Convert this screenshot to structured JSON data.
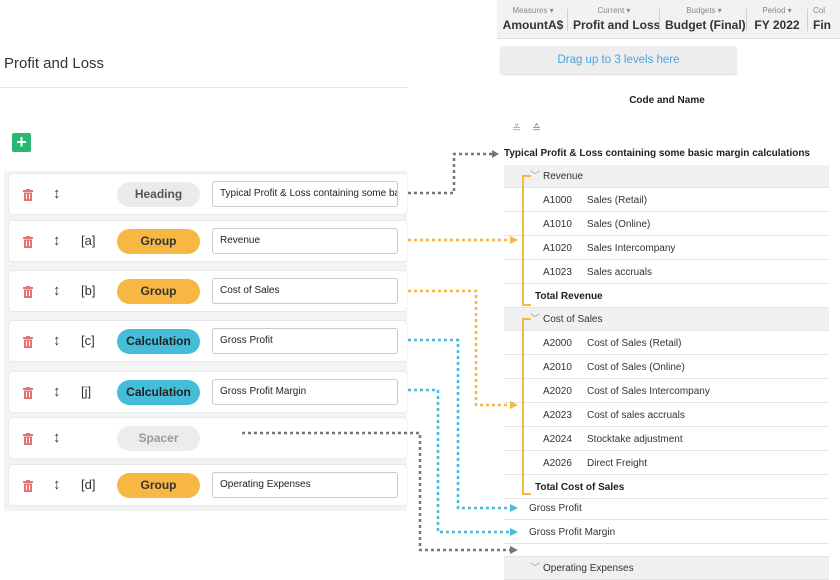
{
  "left": {
    "title": "Profit and Loss",
    "add_label": "+",
    "rows": [
      {
        "code": "",
        "type": "Heading",
        "kind": "heading",
        "text": "Typical Profit & Loss containing some basic margin calculations"
      },
      {
        "code": "[a]",
        "type": "Group",
        "kind": "group",
        "text": "Revenue"
      },
      {
        "code": "[b]",
        "type": "Group",
        "kind": "group",
        "text": "Cost of Sales"
      },
      {
        "code": "[c]",
        "type": "Calculation",
        "kind": "calc",
        "text": "Gross Profit"
      },
      {
        "code": "[j]",
        "type": "Calculation",
        "kind": "calc",
        "text": "Gross Profit Margin"
      },
      {
        "code": "",
        "type": "Spacer",
        "kind": "spacer",
        "text": ""
      },
      {
        "code": "[d]",
        "type": "Group",
        "kind": "group",
        "text": "Operating Expenses"
      }
    ],
    "move_glyph": "↕"
  },
  "toolbar": [
    {
      "label": "Measures ▾",
      "value": "AmountA$"
    },
    {
      "label": "Current ▾",
      "value": "Profit and Loss"
    },
    {
      "label": "Budgets ▾",
      "value": "Budget (Final)"
    },
    {
      "label": "Period ▾",
      "value": "FY 2022"
    },
    {
      "label": "Col",
      "value": "Fin"
    }
  ],
  "right": {
    "drag_text": "Drag up to 3 levels here",
    "column_header": "Code and Name",
    "collapse_glyph": "≚",
    "expand_glyph": "≙",
    "top_heading": "Typical Profit & Loss containing some basic margin calculations",
    "revenue": {
      "label": "Revenue",
      "items": [
        {
          "code": "A1000",
          "name": "Sales (Retail)"
        },
        {
          "code": "A1010",
          "name": "Sales (Online)"
        },
        {
          "code": "A1020",
          "name": "Sales Intercompany"
        },
        {
          "code": "A1023",
          "name": "Sales accruals"
        }
      ],
      "total": "Total Revenue"
    },
    "cost_of_sales": {
      "label": "Cost of Sales",
      "items": [
        {
          "code": "A2000",
          "name": "Cost of Sales (Retail)"
        },
        {
          "code": "A2010",
          "name": "Cost of Sales (Online)"
        },
        {
          "code": "A2020",
          "name": "Cost of Sales Intercompany"
        },
        {
          "code": "A2023",
          "name": "Cost of sales accruals"
        },
        {
          "code": "A2024",
          "name": "Stocktake adjustment"
        },
        {
          "code": "A2026",
          "name": "Direct Freight"
        }
      ],
      "total": "Total Cost of Sales"
    },
    "gross_profit": "Gross Profit",
    "gross_profit_margin": "Gross Profit Margin",
    "operating_expenses": "Operating Expenses"
  },
  "colors": {
    "heading": "#7a7a7a",
    "group": "#f7b843",
    "calc": "#45bcd8",
    "spacer": "#7a7a7a",
    "add": "#2bb673",
    "trash": "#e57373"
  }
}
